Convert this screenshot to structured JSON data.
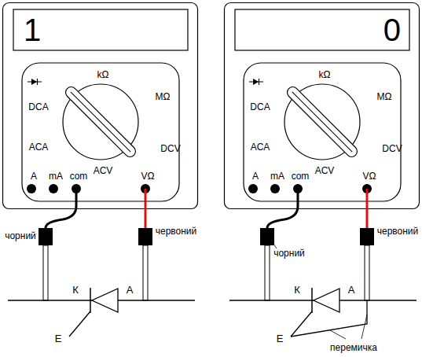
{
  "diagram": {
    "nodes": [
      {
        "text": [
          "kΩ",
          "DCA",
          "MΩ",
          "ACA",
          "DCV",
          "ACV",
          "A",
          "mA",
          "com",
          "VΩ"
        ]
      },
      {
        "text": [
          "1"
        ],
        "in": 0
      },
      {
        "text": [
          "kΩ",
          "DCA",
          "MΩ",
          "ACA",
          "DCV",
          "ACV",
          "A",
          "mA",
          "com",
          "VΩ"
        ]
      },
      {
        "text": [
          "0"
        ],
        "in": 2
      }
    ],
    "labels": [
      "чорний",
      "червоний",
      "К",
      "А",
      "Е",
      "чорний",
      "червоний",
      "К",
      "А",
      "Е",
      "перемичка"
    ]
  }
}
